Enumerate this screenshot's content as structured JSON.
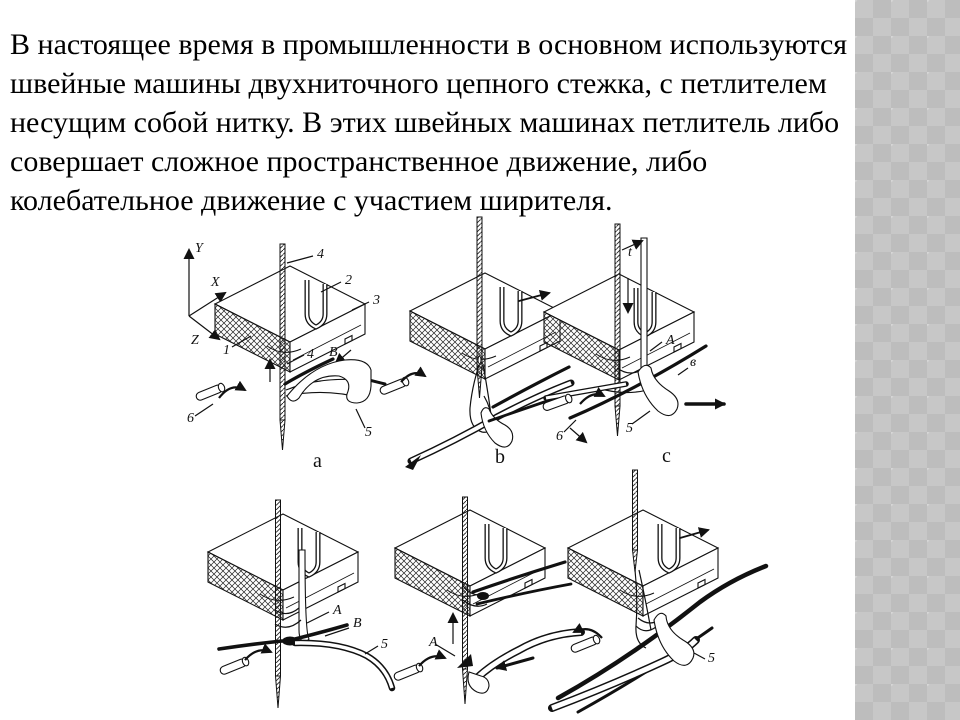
{
  "slide": {
    "background": "#ffffff",
    "text_color": "#000000",
    "sidebar": {
      "base_color": "#c7c7c7",
      "diamond_color": "#bdbdbd"
    }
  },
  "intro": {
    "lines": [
      "В настоящее время в промышленности в основном используются",
      "швейные машины двухниточного цепного стежка, с петлителем",
      "несущим собой нитку. В этих швейных машинах петлитель либо",
      "совершает сложное пространственное движение, либо",
      "колебательное движение с участием ширителя."
    ]
  },
  "figure": {
    "description": "Six stages of two-thread chain stitch formation",
    "diagrams": {
      "a": {
        "caption": "a",
        "axis_y": "Y",
        "axis_x": "X",
        "axis_z": "Z",
        "part_1": "1",
        "part_2": "2",
        "part_3": "3",
        "part_4_top": "4",
        "part_4_mid": "4",
        "thread_b": "В",
        "part_5": "5",
        "part_6": "6"
      },
      "b": {
        "caption": "b"
      },
      "c": {
        "caption": "c",
        "shift_t": "t",
        "loop_a": "А",
        "thread_b": "в",
        "part_5": "5",
        "part_6": "6"
      },
      "d": {
        "loop_a": "А",
        "thread_b": "В",
        "part_5": "5"
      },
      "e": {
        "loop_a": "А"
      },
      "f": {
        "part_5": "5"
      }
    }
  }
}
